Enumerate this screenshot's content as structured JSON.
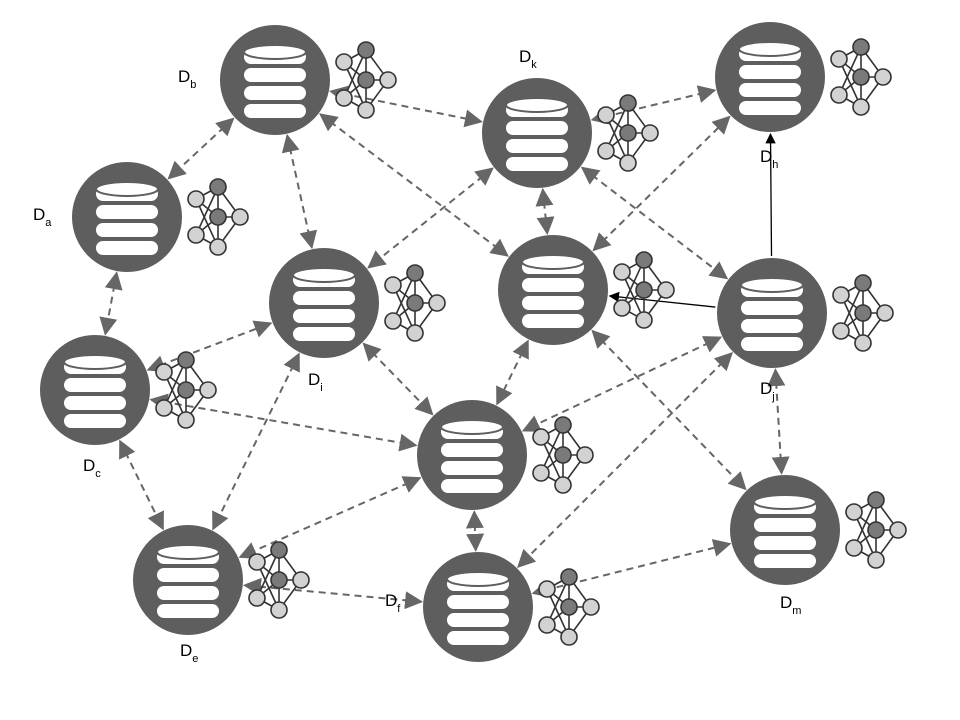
{
  "colors": {
    "node_fill": "#5e5e5e",
    "db_fill": "#ffffff",
    "nn_light": "#d2d2d2",
    "nn_dark": "#7a7a7a",
    "edge_dashed": "#666666",
    "edge_solid": "#000000"
  },
  "nodes": [
    {
      "id": "b",
      "base": "D",
      "sub": "b"
    },
    {
      "id": "a",
      "base": "D",
      "sub": "a"
    },
    {
      "id": "k",
      "base": "D",
      "sub": "k"
    },
    {
      "id": "h",
      "base": "D",
      "sub": "h"
    },
    {
      "id": "c",
      "base": "D",
      "sub": "c"
    },
    {
      "id": "i",
      "base": "D",
      "sub": "i"
    },
    {
      "id": "mid",
      "base": "",
      "sub": ""
    },
    {
      "id": "j",
      "base": "D",
      "sub": "j"
    },
    {
      "id": "g",
      "base": "",
      "sub": ""
    },
    {
      "id": "e",
      "base": "D",
      "sub": "e"
    },
    {
      "id": "f",
      "base": "D",
      "sub": "f"
    },
    {
      "id": "m",
      "base": "D",
      "sub": "m"
    }
  ],
  "edges": [
    {
      "from": "b",
      "to": "a",
      "style": "dashed"
    },
    {
      "from": "b",
      "to": "k",
      "style": "dashed"
    },
    {
      "from": "b",
      "to": "i",
      "style": "dashed"
    },
    {
      "from": "b",
      "to": "mid",
      "style": "dashed"
    },
    {
      "from": "k",
      "to": "h",
      "style": "dashed"
    },
    {
      "from": "k",
      "to": "mid",
      "style": "dashed"
    },
    {
      "from": "k",
      "to": "j",
      "style": "dashed"
    },
    {
      "from": "k",
      "to": "i",
      "style": "dashed"
    },
    {
      "from": "a",
      "to": "c",
      "style": "dashed"
    },
    {
      "from": "c",
      "to": "i",
      "style": "dashed"
    },
    {
      "from": "c",
      "to": "e",
      "style": "dashed"
    },
    {
      "from": "i",
      "to": "e",
      "style": "dashed"
    },
    {
      "from": "i",
      "to": "g",
      "style": "dashed"
    },
    {
      "from": "c",
      "to": "g",
      "style": "dashed"
    },
    {
      "from": "mid",
      "to": "h",
      "style": "dashed"
    },
    {
      "from": "mid",
      "to": "g",
      "style": "dashed"
    },
    {
      "from": "mid",
      "to": "m",
      "style": "dashed"
    },
    {
      "from": "j",
      "to": "g",
      "style": "dashed"
    },
    {
      "from": "j",
      "to": "f",
      "style": "dashed"
    },
    {
      "from": "j",
      "to": "m",
      "style": "dashed"
    },
    {
      "from": "g",
      "to": "e",
      "style": "dashed"
    },
    {
      "from": "g",
      "to": "f",
      "style": "dashed"
    },
    {
      "from": "f",
      "to": "e",
      "style": "dashed"
    },
    {
      "from": "f",
      "to": "m",
      "style": "dashed"
    },
    {
      "from": "j",
      "to": "h",
      "style": "solid"
    },
    {
      "from": "j",
      "to": "mid",
      "style": "solid"
    }
  ]
}
